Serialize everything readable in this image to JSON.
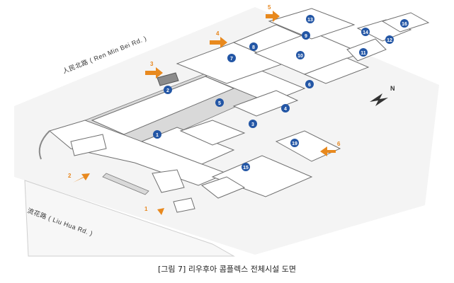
{
  "map": {
    "roads": [
      {
        "id": "ren-min-bei",
        "label": "人民北路 ( Ren Min Bei Rd. )"
      },
      {
        "id": "liu-hua",
        "label": "流花路 ( Liu Hua Rd. )"
      }
    ],
    "facilities": [
      "1",
      "2",
      "3",
      "4",
      "5",
      "6",
      "7",
      "8",
      "9",
      "10",
      "11",
      "12",
      "13",
      "14",
      "15",
      "16"
    ],
    "entrances": [
      "1",
      "2",
      "3",
      "4",
      "5",
      "6"
    ],
    "north_label": "N",
    "colors": {
      "badge": "#2356a5",
      "arrow": "#e8891e",
      "building": "#ffffff",
      "outline": "#6f6f6f"
    }
  },
  "caption": "[그림 7] 리우후아 콤플렉스 전체시설 도면"
}
